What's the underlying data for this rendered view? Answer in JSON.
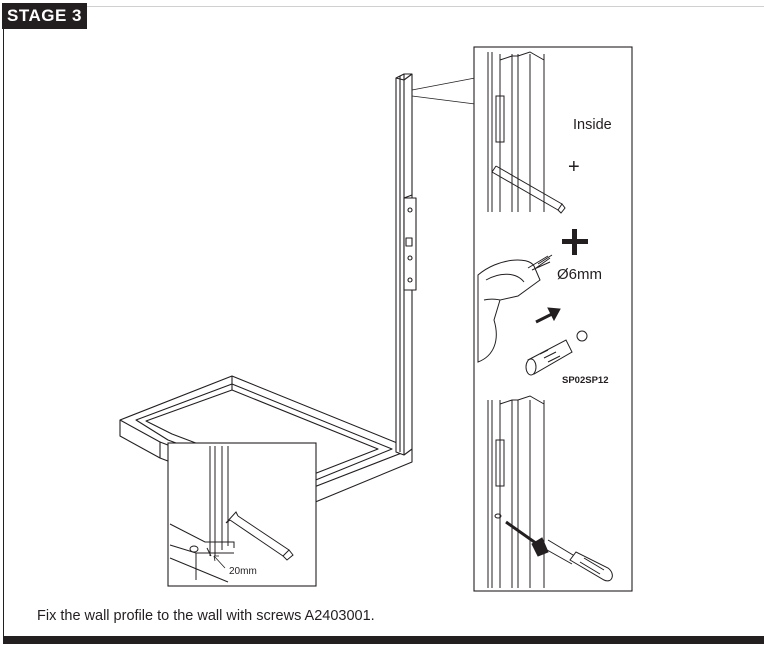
{
  "stage_label": "STAGE 3",
  "caption": "Fix the wall profile to the wall with screws A2403001.",
  "detail_labels": {
    "inside": "Inside",
    "plus_small": "+",
    "drill_size": "Ø6mm",
    "part_code": "SP02SP12",
    "clearance": "20mm"
  }
}
